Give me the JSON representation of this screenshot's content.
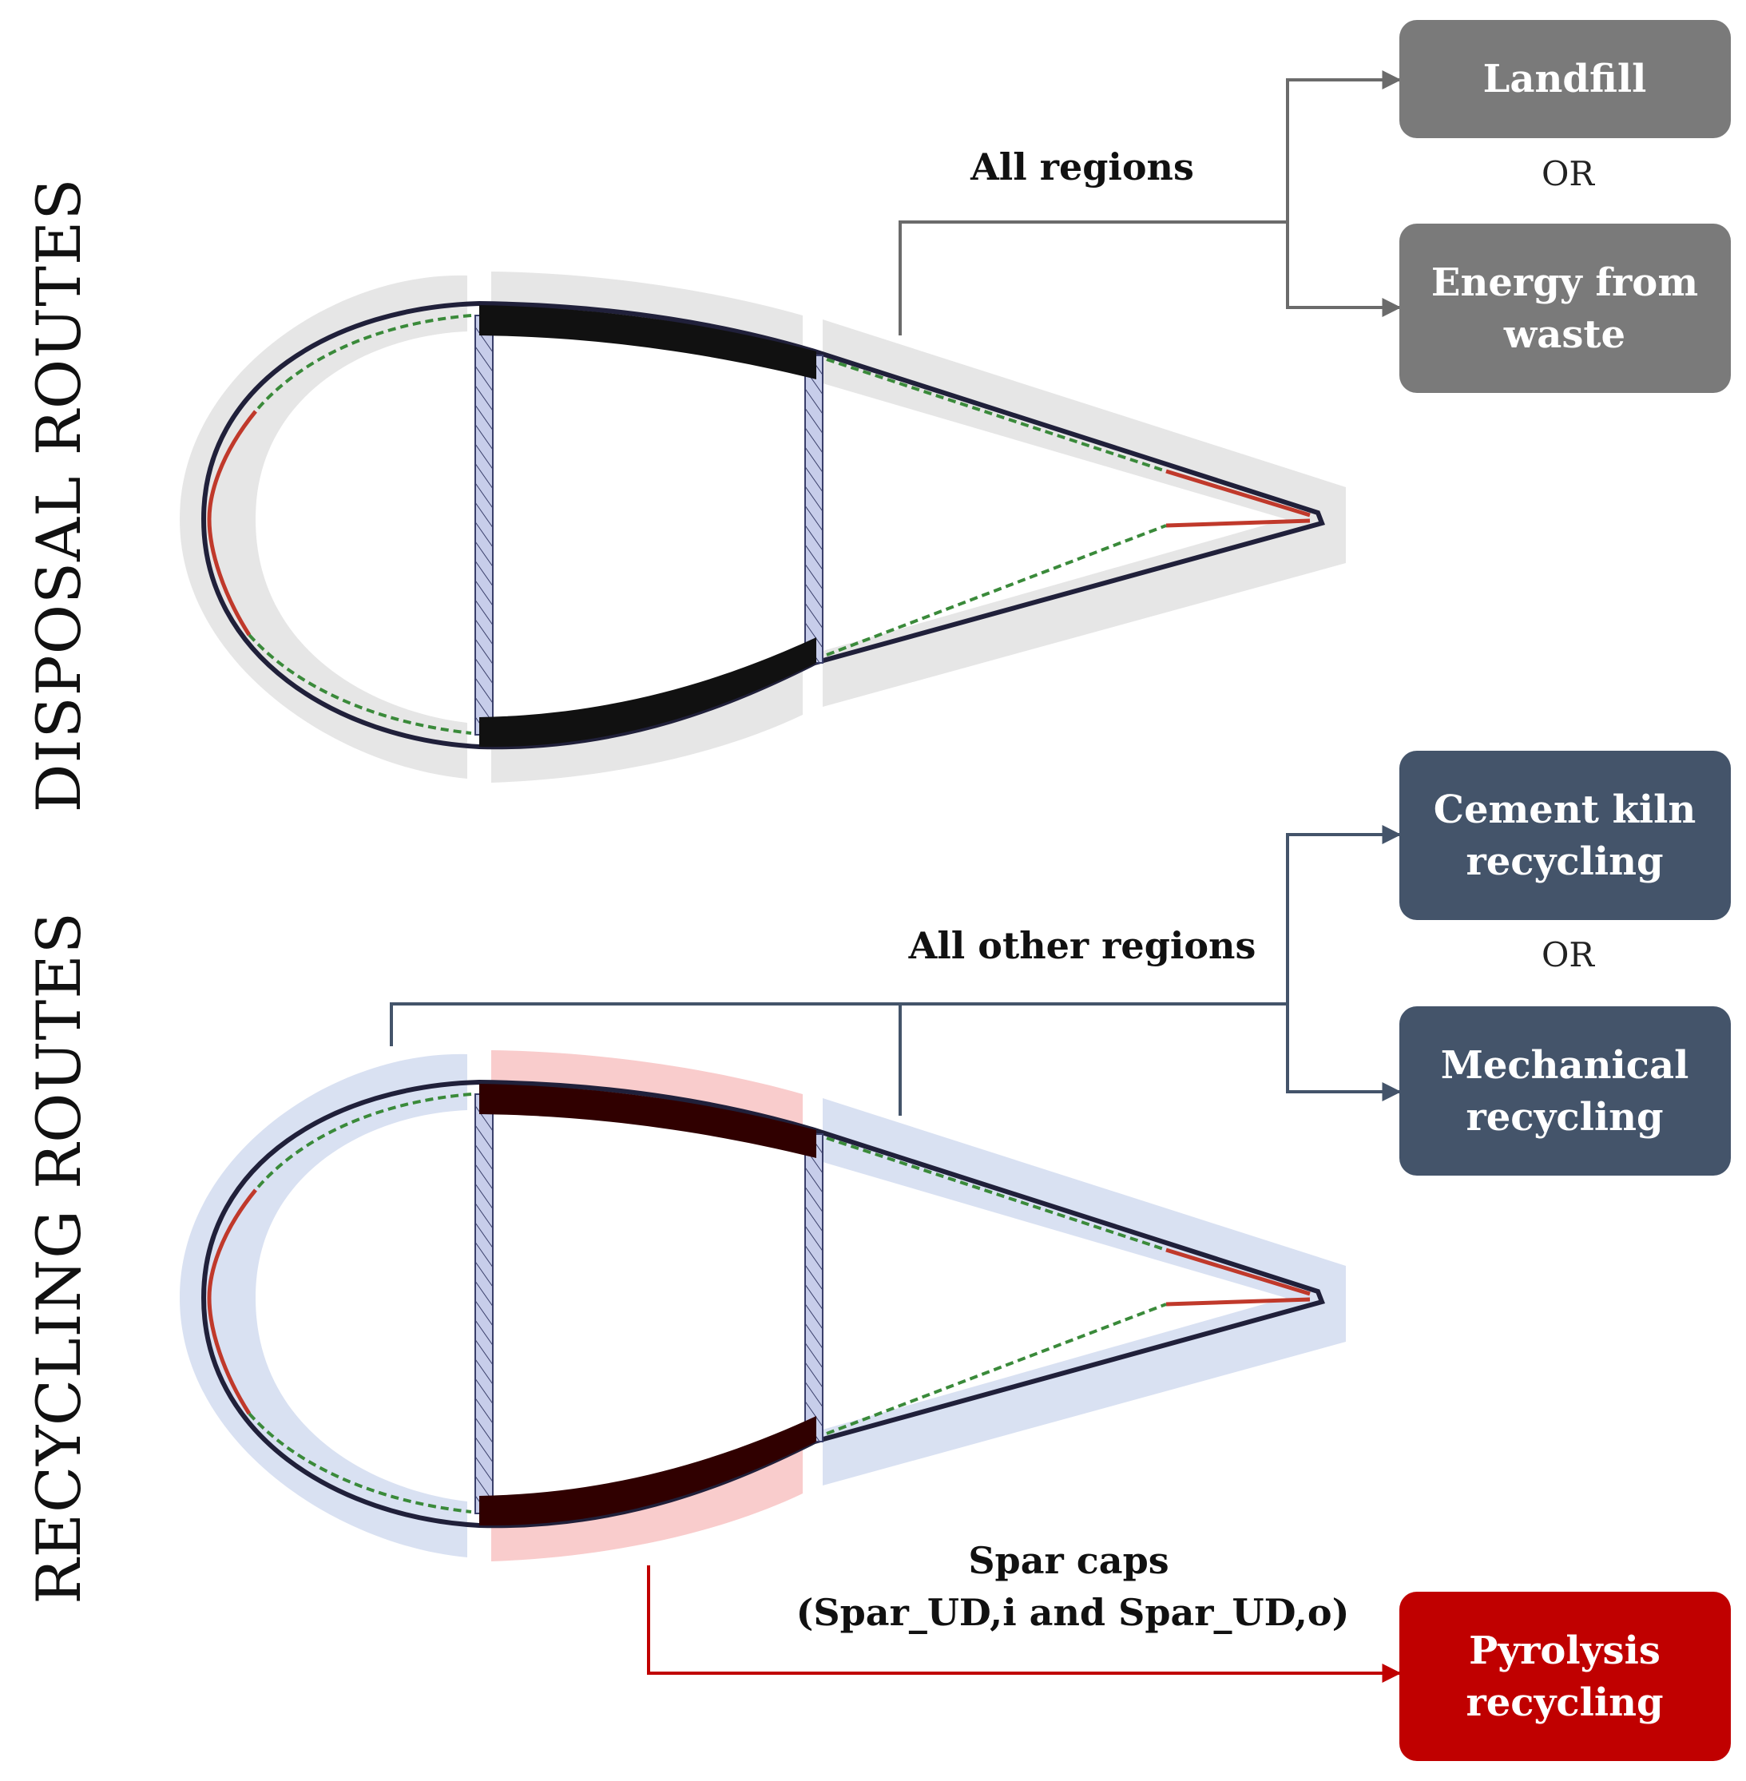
{
  "sections": {
    "disposal_title": "DISPOSAL ROUTES",
    "recycling_title": "RECYCLING ROUTES"
  },
  "disposal": {
    "route_label": "All regions",
    "or_label": "OR",
    "option_top": [
      "Landfill"
    ],
    "option_bottom": [
      "Energy from",
      "waste"
    ]
  },
  "recycling": {
    "route_label": "All other regions",
    "or_label": "OR",
    "option_top": [
      "Cement kiln",
      "recycling"
    ],
    "option_bottom": [
      "Mechanical",
      "recycling"
    ],
    "spar_label_line1": "Spar caps",
    "spar_label_line2": "(Spar_UD,i and Spar_UD,o)",
    "spar_option": [
      "Pyrolysis",
      "recycling"
    ]
  },
  "colors": {
    "disposal_box": "#7a7a7a",
    "recycling_box": "#44546a",
    "pyrolysis_box": "#c00000",
    "disposal_halo": "#e6e6e6",
    "recycling_halo": "#d9e1f2",
    "spar_halo": "#f9cccc",
    "blade_outline": "#20203a",
    "spar_cap_fill": "#111111",
    "spar_cap_fill_recycling": "#300000",
    "leading_edge_red": "#c0392b",
    "core_green": "#3a8a3a",
    "web_fill": "#c7cdea",
    "connector_gray": "#6b6b6b",
    "connector_blue": "#44546a",
    "connector_red": "#c00000"
  }
}
